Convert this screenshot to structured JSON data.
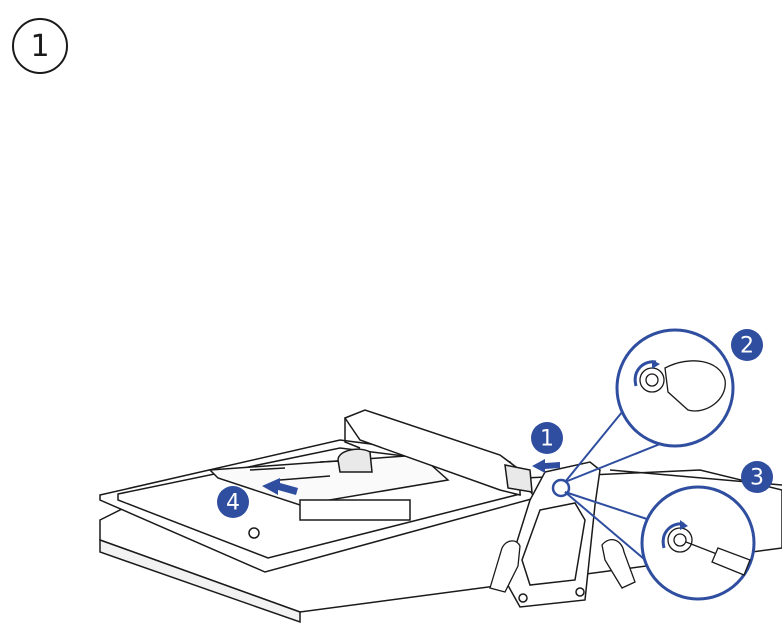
{
  "page_step": "1",
  "badges": [
    {
      "label": "1",
      "meaning": ""
    },
    {
      "label": "2"
    },
    {
      "label": "3"
    },
    {
      "label": "4"
    }
  ],
  "colors": {
    "accent": "#2f4ea0",
    "line": "#1a1a1a"
  },
  "icons": [
    "hand-icon",
    "screw-icon",
    "screwdriver-icon",
    "arrow-icon"
  ]
}
